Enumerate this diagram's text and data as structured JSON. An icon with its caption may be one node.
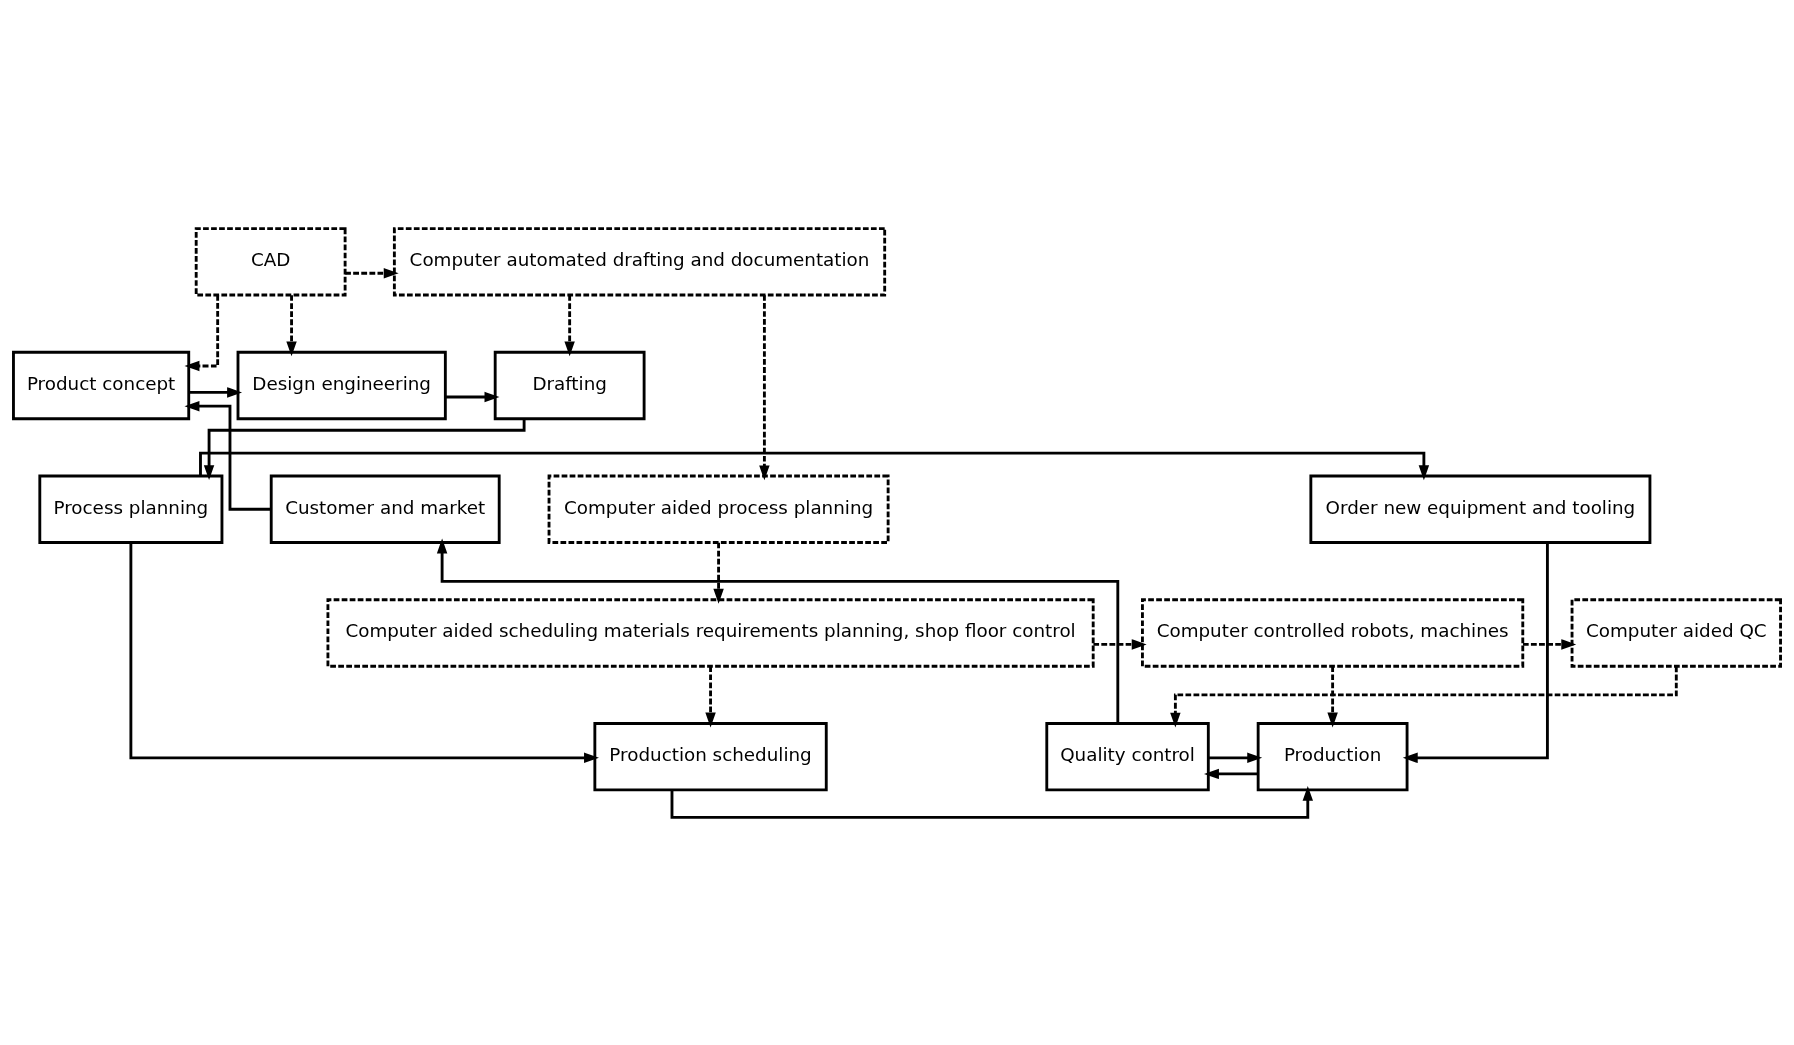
{
  "diagram": {
    "nodes": [
      {
        "text": [
          "CAD"
        ]
      },
      {
        "text": [
          "Computer automated drafting and documentation"
        ]
      },
      {
        "text": [
          "Product concept"
        ]
      },
      {
        "text": [
          "Design engineering"
        ]
      },
      {
        "text": [
          "Drafting"
        ]
      },
      {
        "text": [
          "Customer and market"
        ]
      },
      {
        "text": [
          "Order new equipment and tooling"
        ]
      },
      {
        "text": [
          "Process planning"
        ]
      },
      {
        "text": [
          "Computer aided process planning"
        ]
      },
      {
        "text": [
          "Quality control"
        ]
      },
      {
        "text": [
          "Production"
        ]
      },
      {
        "text": [
          "Production scheduling"
        ]
      },
      {
        "text": [
          "Computer aided QC"
        ]
      },
      {
        "text": [
          "Computer controlled robots, machines"
        ]
      },
      {
        "text": [
          "Computer aided scheduling materials requirements planning, shop floor control"
        ]
      }
    ],
    "edges": [
      {
        "from": 0,
        "to": 1,
        "arrow": "to",
        "style": "dashed"
      },
      {
        "from": 0,
        "to": 2,
        "arrow": "to",
        "style": "dashed"
      },
      {
        "from": 0,
        "to": 3,
        "arrow": "to",
        "style": "dashed"
      },
      {
        "from": 1,
        "to": 4,
        "arrow": "to",
        "style": "dashed"
      },
      {
        "from": 1,
        "to": 8,
        "arrow": "to",
        "style": "dashed"
      },
      {
        "from": 2,
        "to": 3,
        "arrow": "to"
      },
      {
        "from": 3,
        "to": 4,
        "arrow": "to"
      },
      {
        "from": 4,
        "to": 7,
        "arrow": "to"
      },
      {
        "from": 7,
        "to": 6,
        "arrow": "to"
      },
      {
        "from": 7,
        "to": 11,
        "arrow": "to"
      },
      {
        "from": 6,
        "to": 10,
        "arrow": "to"
      },
      {
        "from": 11,
        "to": 10,
        "arrow": "to"
      },
      {
        "from": 10,
        "to": 9,
        "arrow": "to"
      },
      {
        "from": 9,
        "to": 10,
        "arrow": "to"
      },
      {
        "from": 9,
        "to": 5,
        "arrow": "to"
      },
      {
        "from": 5,
        "to": 2,
        "arrow": "to"
      },
      {
        "from": 8,
        "to": 14,
        "arrow": "to",
        "style": "dashed"
      },
      {
        "from": 14,
        "to": 11,
        "arrow": "to",
        "style": "dashed"
      },
      {
        "from": 14,
        "to": 13,
        "arrow": "to",
        "style": "dashed"
      },
      {
        "from": 13,
        "to": 10,
        "arrow": "to",
        "style": "dashed"
      },
      {
        "from": 13,
        "to": 12,
        "arrow": "to",
        "style": "dashed"
      },
      {
        "from": 12,
        "to": 9,
        "arrow": "to",
        "style": "dashed"
      }
    ]
  }
}
